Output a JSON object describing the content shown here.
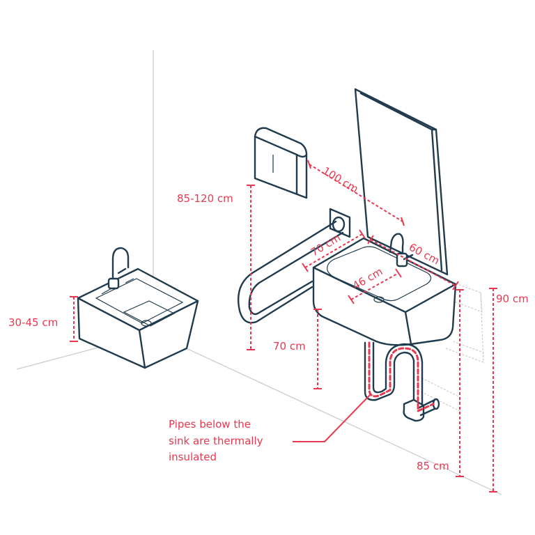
{
  "labels": {
    "height_low_sink": "30-45 cm",
    "height_dispenser": "85-120 cm",
    "distance_dispenser_mirror": "100 cm",
    "grab_bar_length": "70 cm",
    "sink_depth": "60 cm",
    "basin_width": "46 cm",
    "knee_clearance": "70 cm",
    "height_mirror": "90 cm",
    "height_sink_rim": "85 cm",
    "note_line1": "Pipes below the",
    "note_line2": "sink are thermally",
    "note_line3": "insulated"
  },
  "colors": {
    "ink": "#1f3b4d",
    "accent": "#e8384f",
    "wall": "#c9c9c9"
  }
}
